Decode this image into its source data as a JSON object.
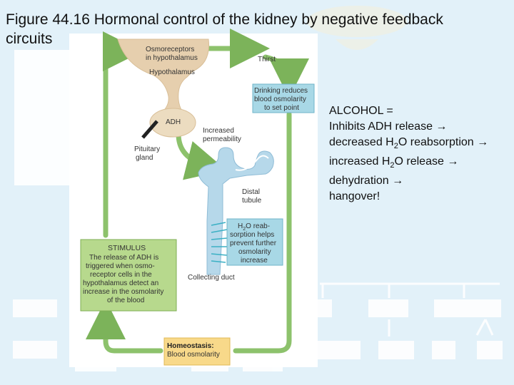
{
  "title_line1": "Figure 44.16 Hormonal control of the kidney by negative feedback",
  "title_line2": "circuits",
  "colors": {
    "background": "#e2f1f9",
    "hypothalamus": "#e6cfae",
    "green_box": "#b7d98d",
    "blue_box": "#a8d8e6",
    "yellow_box": "#f8d98a",
    "arrow": "#8dc26c"
  },
  "diagram": {
    "osmoreceptors": "Osmoreceptors in hypothalamus",
    "osmoreceptors_l1": "Osmoreceptors",
    "osmoreceptors_l2": "in hypothalamus",
    "hypothalamus": "Hypothalamus",
    "thirst": "Thirst",
    "drinking_l1": "Drinking reduces",
    "drinking_l2": "blood osmolarity",
    "drinking_l3": "to set point",
    "adh": "ADH",
    "pituitary_l1": "Pituitary",
    "pituitary_l2": "gland",
    "increased_l1": "Increased",
    "increased_l2": "permeability",
    "distal_l1": "Distal",
    "distal_l2": "tubule",
    "h2o_l1a": "H",
    "h2o_l1b": "2",
    "h2o_l1c": "O reab-",
    "h2o_l2": "sorption helps",
    "h2o_l3": "prevent further",
    "h2o_l4": "osmolarity",
    "h2o_l5": "increase",
    "stimulus_title": "STIMULUS",
    "stimulus_l1": "The release of ADH is",
    "stimulus_l2": "triggered when osmo-",
    "stimulus_l3": "receptor cells in the",
    "stimulus_l4": "hypothalamus detect an",
    "stimulus_l5": "increase in the osmolarity",
    "stimulus_l6": "of the blood",
    "collecting_duct": "Collecting duct",
    "homeostasis_l1": "Homeostasis:",
    "homeostasis_l2": "Blood osmolarity"
  },
  "side_text": {
    "line1": "ALCOHOL =",
    "line2": "Inhibits ADH release",
    "line3_a": "decreased H",
    "line3_sub": "2",
    "line3_b": "O reabsorption",
    "line4_a": "increased H",
    "line4_sub": "2",
    "line4_b": "O release",
    "line5": "dehydration",
    "line6": "hangover!",
    "arrow_glyph": "→"
  }
}
